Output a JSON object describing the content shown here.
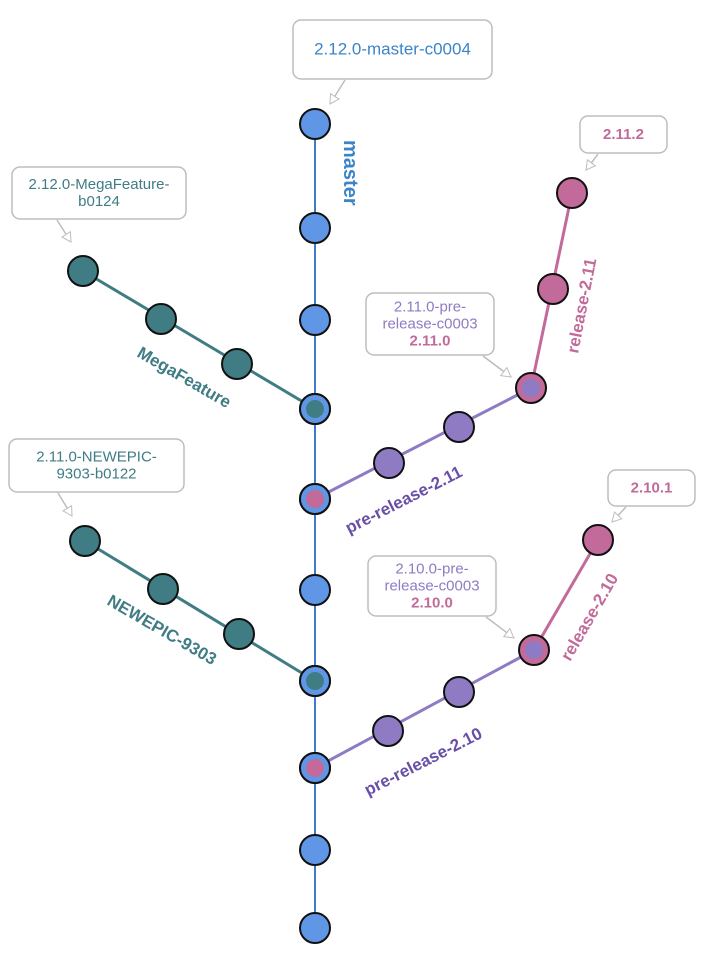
{
  "colors": {
    "master": "#5f97e6",
    "master_line": "#3f79c9",
    "feature": "#3f7c84",
    "prerelease": "#8f7bc4",
    "prerelease_text": "#6a4fa8",
    "release": "#c26a99",
    "tag_border": "#bdbdbd",
    "tag_text_master": "#3c84c8",
    "tag_text_feature": "#3f7c84",
    "tag_text_prerelease": "#8f7bc4",
    "tag_text_release": "#c26a99"
  },
  "branches": [
    {
      "name": "master",
      "label": "master",
      "color": "master"
    },
    {
      "name": "megafeature",
      "label": "MegaFeature",
      "color": "feature"
    },
    {
      "name": "newepic",
      "label": "NEWEPIC-9303",
      "color": "feature"
    },
    {
      "name": "prerelease-211",
      "label": "pre-release-2.11",
      "color": "prerelease"
    },
    {
      "name": "prerelease-210",
      "label": "pre-release-2.10",
      "color": "prerelease"
    },
    {
      "name": "release-211",
      "label": "release-2.11",
      "color": "release"
    },
    {
      "name": "release-210",
      "label": "release-2.10",
      "color": "release"
    }
  ],
  "tags": [
    {
      "name": "tag-master",
      "lines": [
        "2.12.0-master-c0004"
      ],
      "bold": null,
      "color": "tag_text_master"
    },
    {
      "name": "tag-megafeature",
      "lines": [
        "2.12.0-MegaFeature-",
        "b0124"
      ],
      "bold": null,
      "color": "tag_text_feature"
    },
    {
      "name": "tag-newepic",
      "lines": [
        "2.11.0-NEWEPIC-",
        "9303-b0122"
      ],
      "bold": null,
      "color": "tag_text_feature"
    },
    {
      "name": "tag-prerelease-211",
      "lines": [
        "2.11.0-pre-",
        "release-c0003"
      ],
      "bold": "2.11.0",
      "color": "tag_text_prerelease"
    },
    {
      "name": "tag-prerelease-210",
      "lines": [
        "2.10.0-pre-",
        "release-c0003"
      ],
      "bold": "2.10.0",
      "color": "tag_text_prerelease"
    },
    {
      "name": "tag-release-211",
      "lines": [],
      "bold": "2.11.2",
      "color": "tag_text_release"
    },
    {
      "name": "tag-release-210",
      "lines": [],
      "bold": "2.10.1",
      "color": "tag_text_release"
    }
  ]
}
